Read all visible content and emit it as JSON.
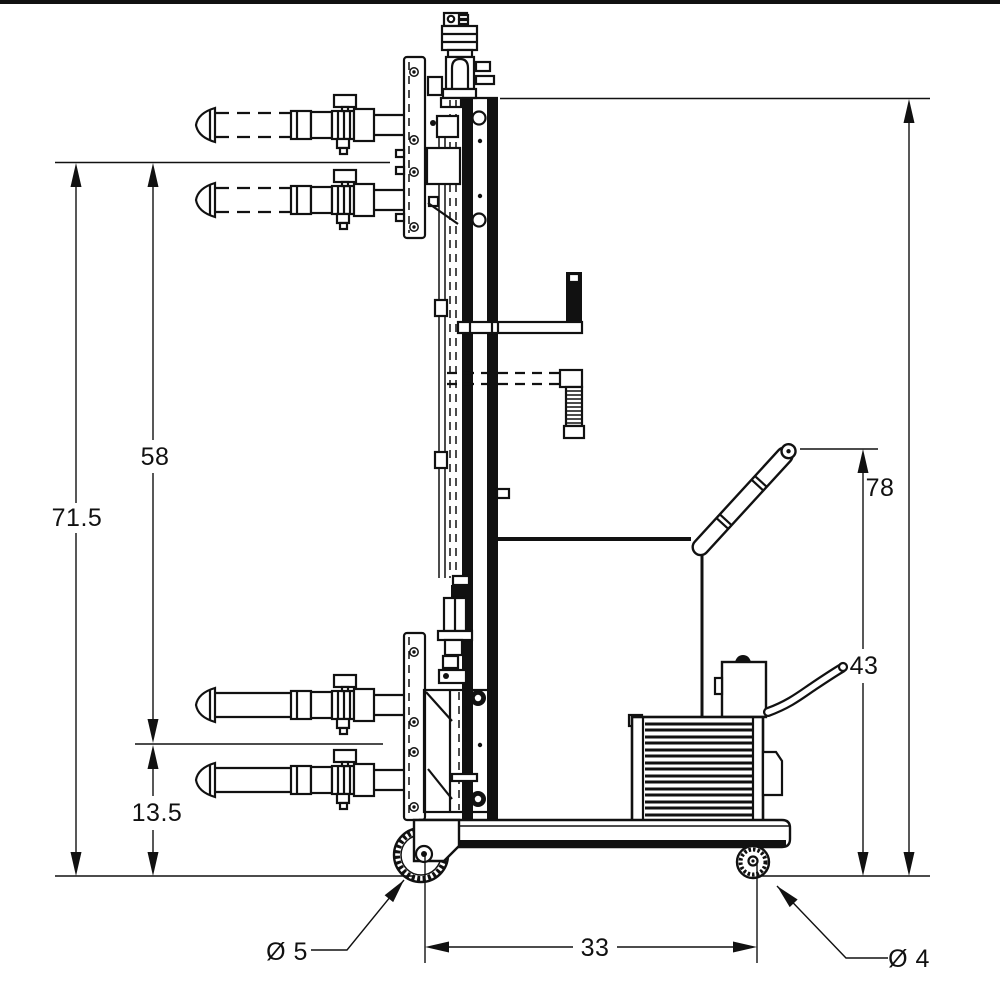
{
  "drawing": {
    "background_color": "#ffffff",
    "line_color": "#111111"
  },
  "dimension_labels": {
    "raised_forks_height": "71.5",
    "lift_travel": "58",
    "lowered_forks_height": "13.5",
    "overall_height": "78",
    "handle_height": "43",
    "wheelbase": "33",
    "front_caster_diameter": "Ø 5",
    "rear_caster_diameter": "Ø 4"
  }
}
